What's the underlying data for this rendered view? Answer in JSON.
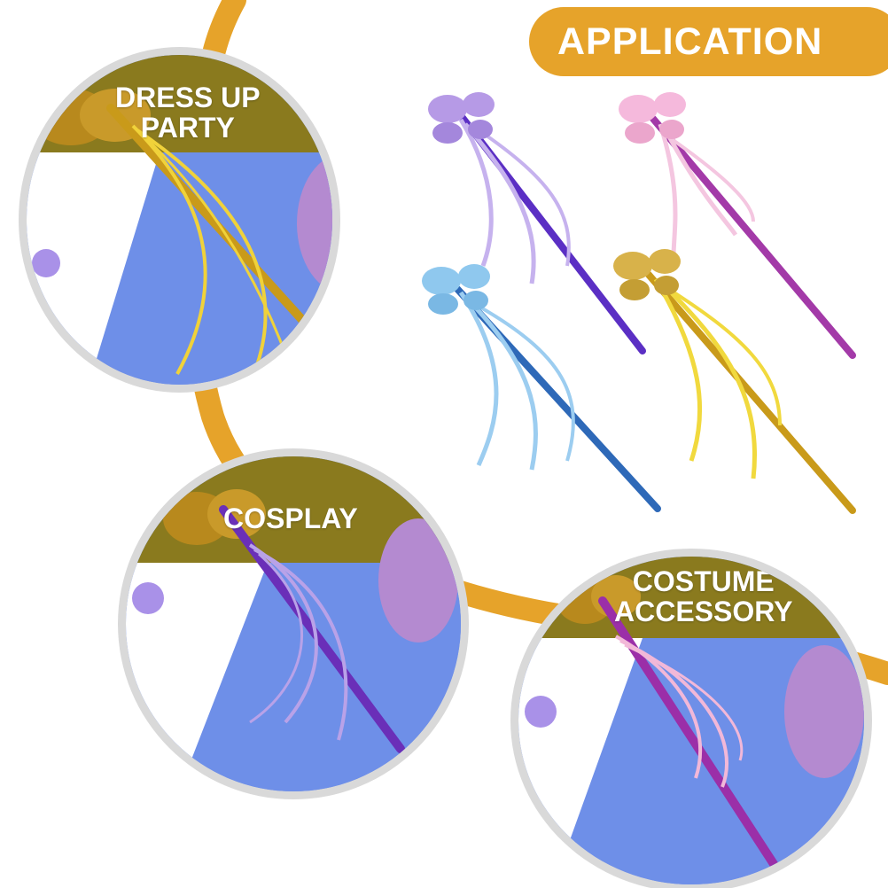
{
  "banner": {
    "title": "APPLICATION"
  },
  "scenes": [
    {
      "id": "dress-up",
      "label_line1": "DRESS UP",
      "label_line2": "PARTY",
      "wand_color": "#c99a1a",
      "ribbon_color": "#f0d23a"
    },
    {
      "id": "cosplay",
      "label_line1": "COSPLAY",
      "wand_color": "#6a2fb8",
      "ribbon_color": "#b9a2e8"
    },
    {
      "id": "costume",
      "label_line1": "COSTUME",
      "label_line2": "ACCESSORY",
      "wand_color": "#9b2fa8",
      "ribbon_color": "#f2b8d8"
    }
  ],
  "colors": {
    "accent": "#e6a32a",
    "olive_band": "#8a7a1e",
    "table_blue": "#6e8fe8",
    "ring_gray": "#d9d9d9"
  },
  "products": [
    {
      "name": "purple",
      "wand": "#5b2fc4",
      "butterfly": "#b69ae6",
      "ribbon": "#c6b2ee"
    },
    {
      "name": "pink",
      "wand": "#a33aa8",
      "butterfly": "#f5b9dc",
      "ribbon": "#f4c6e0"
    },
    {
      "name": "blue",
      "wand": "#2e69b8",
      "butterfly": "#8fc8ee",
      "ribbon": "#9ccdf0"
    },
    {
      "name": "gold",
      "wand": "#c99a1a",
      "butterfly": "#d8b24a",
      "ribbon": "#f1d93e"
    }
  ]
}
